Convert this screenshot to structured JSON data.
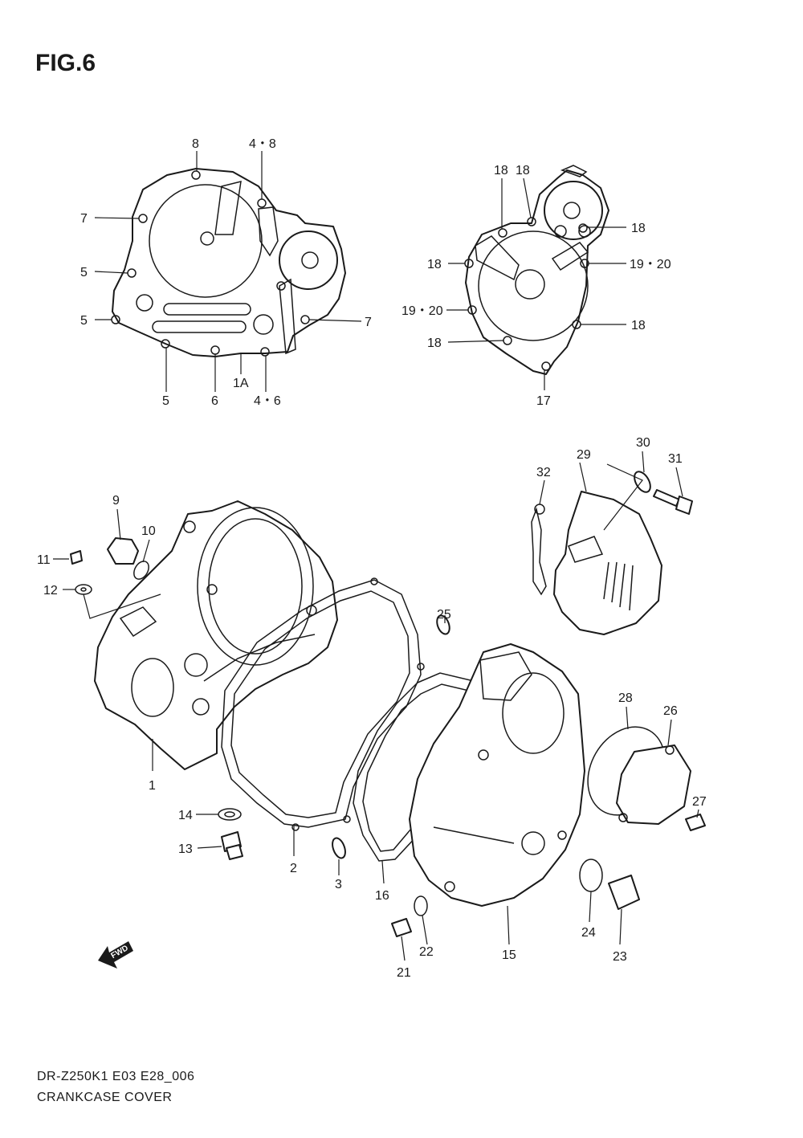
{
  "figure": {
    "title": "FIG.6",
    "model_code": "DR-Z250K1 E03 E28_006",
    "assembly_name": "CRANKCASE COVER"
  },
  "fwd_arrow_label": "FWD",
  "callouts": {
    "c8": "8",
    "c4_8": "4・8",
    "c7_top": "7",
    "c5_a": "5",
    "c5_b": "5",
    "c7_right": "7",
    "c5_bottom": "5",
    "c6": "6",
    "c1A": "1A",
    "c4_6": "4・6",
    "c18_a": "18",
    "c18_b": "18",
    "c18_c": "18",
    "c18_d": "18",
    "c19_20_right": "19・20",
    "c19_20_left": "19・20",
    "c18_e": "18",
    "c18_f": "18",
    "c17": "17",
    "c29": "29",
    "c30": "30",
    "c31": "31",
    "c32": "32",
    "c9": "9",
    "c10": "10",
    "c11": "11",
    "c12": "12",
    "c25": "25",
    "c28": "28",
    "c26": "26",
    "c27": "27",
    "c1": "1",
    "c14": "14",
    "c13": "13",
    "c2": "2",
    "c3": "3",
    "c16": "16",
    "c22": "22",
    "c21": "21",
    "c15": "15",
    "c24": "24",
    "c23": "23"
  }
}
